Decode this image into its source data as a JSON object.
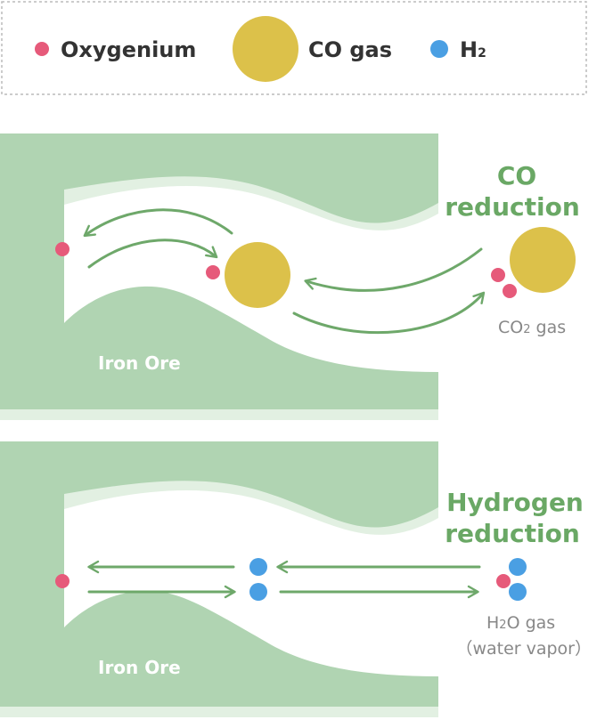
{
  "legend": {
    "oxygenium": "Oxygenium",
    "co_gas": "CO gas",
    "h2_base": "H",
    "h2_sub": "2"
  },
  "co_panel": {
    "title_line1": "CO",
    "title_line2": "reduction",
    "ore_label": "Iron Ore",
    "product_base": "CO",
    "product_sub": "2",
    "product_suffix": " gas"
  },
  "h2_panel": {
    "title_line1": "Hydrogen",
    "title_line2": "reduction",
    "ore_label": "Iron Ore",
    "product_base": "H",
    "product_sub": "2",
    "product_suffix": "O gas",
    "product_line2": "（water vapor）"
  },
  "colors": {
    "oxygen": "#e65a7a",
    "co": "#dcc14a",
    "h2": "#4a9fe3",
    "ore": "#b0d4b2",
    "ore_edge": "#e2f0e2",
    "arrow": "#6ea86a",
    "title": "#6aa865",
    "label_gray": "#888888",
    "legend_border": "#bbbbbb"
  },
  "icons": {
    "oxygen": "small-pink-circle",
    "co": "large-yellow-circle",
    "h2": "small-blue-circle",
    "arrow": "curved-green-arrow"
  }
}
